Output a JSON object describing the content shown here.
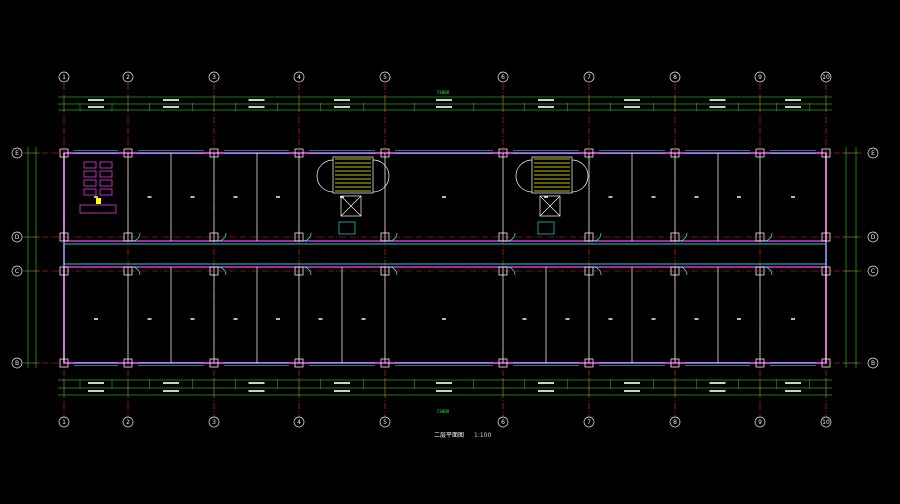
{
  "drawing": {
    "colors": {
      "background": "#000000",
      "axis_line": "#ff2020",
      "dimension": "#22ff22",
      "wall": "#ff44ff",
      "window": "#22ffff",
      "bubble": "#eeeeee",
      "stair": "#ffff00",
      "partition": "#ffffff"
    },
    "column_axes": [
      "1",
      "2",
      "3",
      "4",
      "5",
      "6",
      "7",
      "8",
      "9",
      "10"
    ],
    "row_axes": [
      "E",
      "D",
      "C",
      "B"
    ],
    "overall_length": "73800",
    "title": "二层平面图",
    "scale": "1:100"
  }
}
